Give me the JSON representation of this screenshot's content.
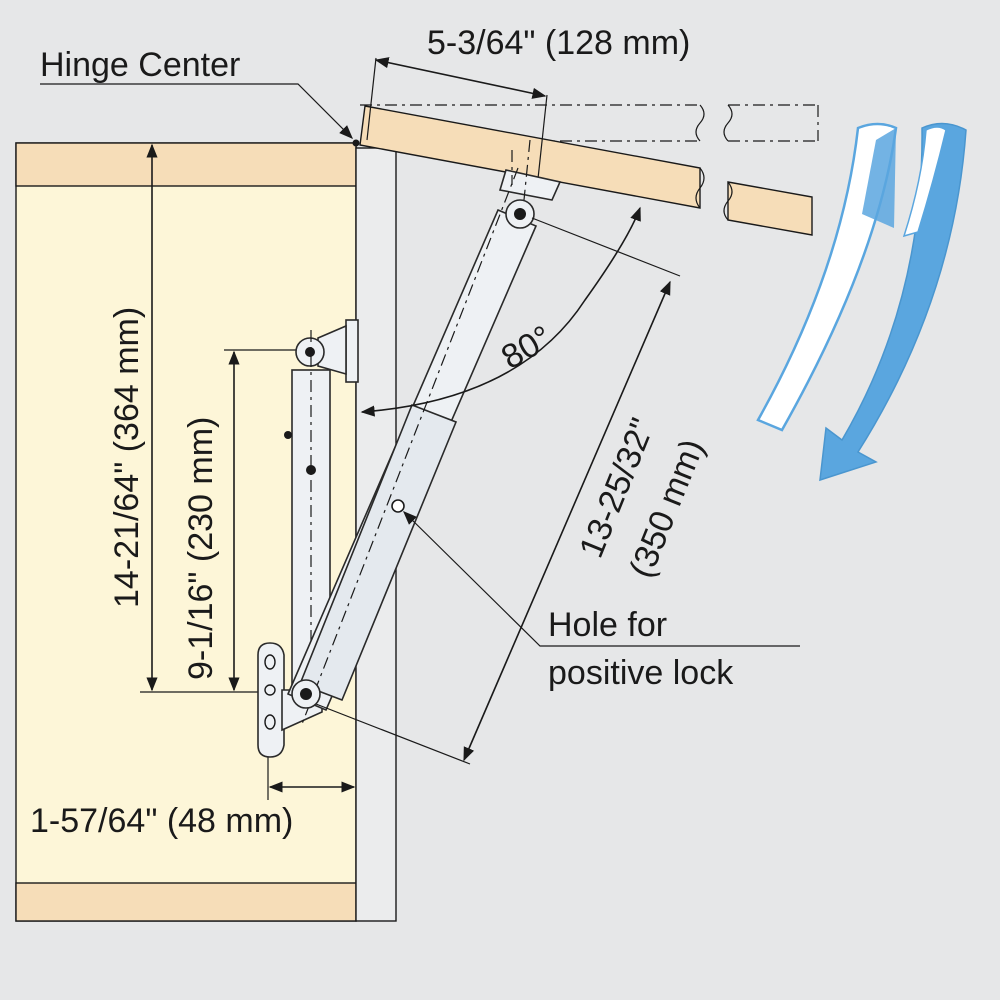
{
  "labels": {
    "hinge_center": "Hinge Center",
    "top_dimension": "5-3/64\" (128 mm)",
    "cabinet_height": "14-21/64\" (364 mm)",
    "mount_height": "9-1/16\" (230 mm)",
    "side_offset": "1-57/64\" (48 mm)",
    "angle": "80°",
    "stay_length_line1": "13-25/32\"",
    "stay_length_line2": "(350 mm)",
    "hole_note_line1": "Hole for",
    "hole_note_line2": "positive lock"
  },
  "colors": {
    "background": "#e6e7e8",
    "cabinet_fill": "#fdf6d8",
    "wood": "#f6ddb8",
    "arrow_blue": "#5aa6df",
    "arrow_light": "#ffffff"
  }
}
